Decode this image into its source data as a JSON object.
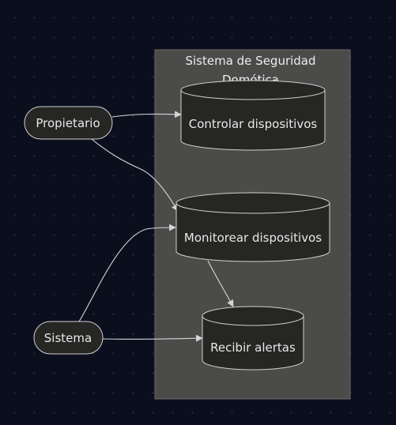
{
  "cluster": {
    "title_line1": "Sistema de Seguridad",
    "title_line2": "Domótica"
  },
  "actors": {
    "owner": "Propietario",
    "system": "Sistema"
  },
  "use_cases": {
    "control": "Controlar dispositivos",
    "monitor": "Monitorear dispositivos",
    "alerts": "Recibir alertas"
  },
  "colors": {
    "background": "#0b0f1d",
    "cluster_fill": "#4b4c4a",
    "node_fill": "#262624",
    "stroke": "#d0d0d0",
    "text": "#e8e8e8"
  }
}
